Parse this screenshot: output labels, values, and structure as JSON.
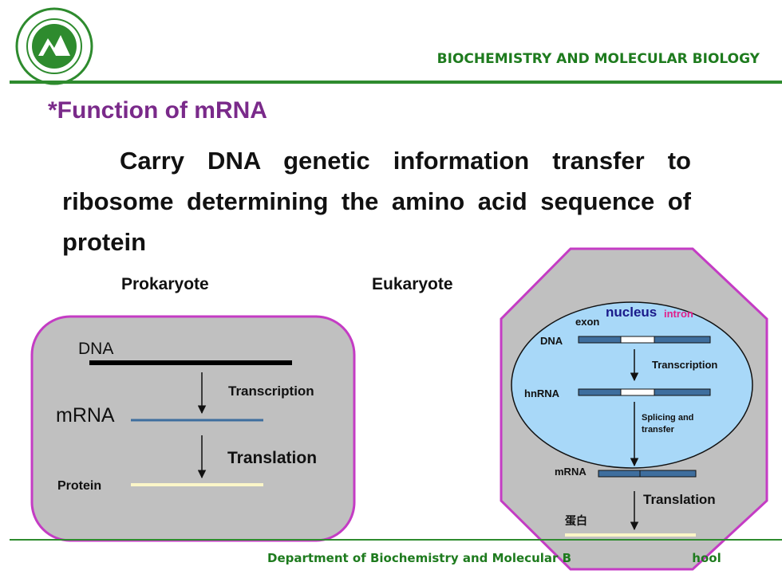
{
  "header": {
    "title": "BIOCHEMISTRY  AND MOLECULAR BIOLOGY",
    "logo_icon": "university-seal-icon"
  },
  "slide": {
    "title": "*Function of mRNA",
    "body": "Carry DNA genetic information transfer to ribosome determining the amino acid sequence of protein"
  },
  "prokaryote": {
    "heading": "Prokaryote",
    "dna": "DNA",
    "mrna": "mRNA",
    "protein": "Protein",
    "transcription": "Transcription",
    "translation": "Translation"
  },
  "eukaryote": {
    "heading": "Eukaryote",
    "nucleus": "nucleus",
    "exon": "exon",
    "intron": "intron",
    "dna": "DNA",
    "hnrna": "hnRNA",
    "transcription": "Transcription",
    "splicing_1": "Splicing and",
    "splicing_2": "transfer",
    "mrna": "mRNA",
    "translation": "Translation",
    "protein": "蛋白"
  },
  "footer": {
    "text": "Department of Biochemistry and Molecular Biology, Medical School"
  },
  "colors": {
    "green": "#2e8b2e",
    "purple": "#7a2a8a",
    "magenta": "#c43cc4",
    "nucleus_fill": "#a8d8f8",
    "strand_blue": "#3e6e9e",
    "protein_yellow": "#fbf6c8"
  }
}
